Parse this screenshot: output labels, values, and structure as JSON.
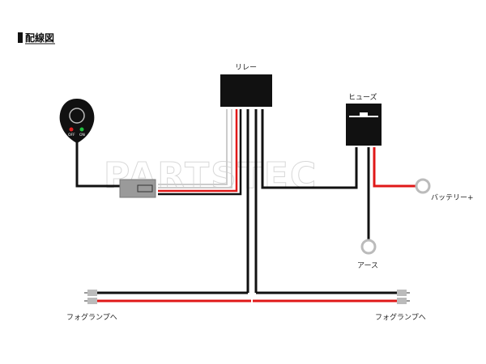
{
  "title": "配線図",
  "watermark": "PARTSTEC",
  "labels": {
    "relay": "リレー",
    "fuse": "ヒューズ",
    "battery": "バッテリー+",
    "ground": "アース",
    "fog_left": "フォグランプへ",
    "fog_right": "フォグランプへ"
  },
  "switch": {
    "off_label": "OFF",
    "on_label": "ON",
    "off_color": "#e02020",
    "on_color": "#20c040"
  },
  "colors": {
    "wire_black": "#111111",
    "wire_red": "#e01818",
    "wire_white": "#d0d0d0",
    "terminal_ring": "#bbbbbb",
    "connector": "#999999"
  }
}
